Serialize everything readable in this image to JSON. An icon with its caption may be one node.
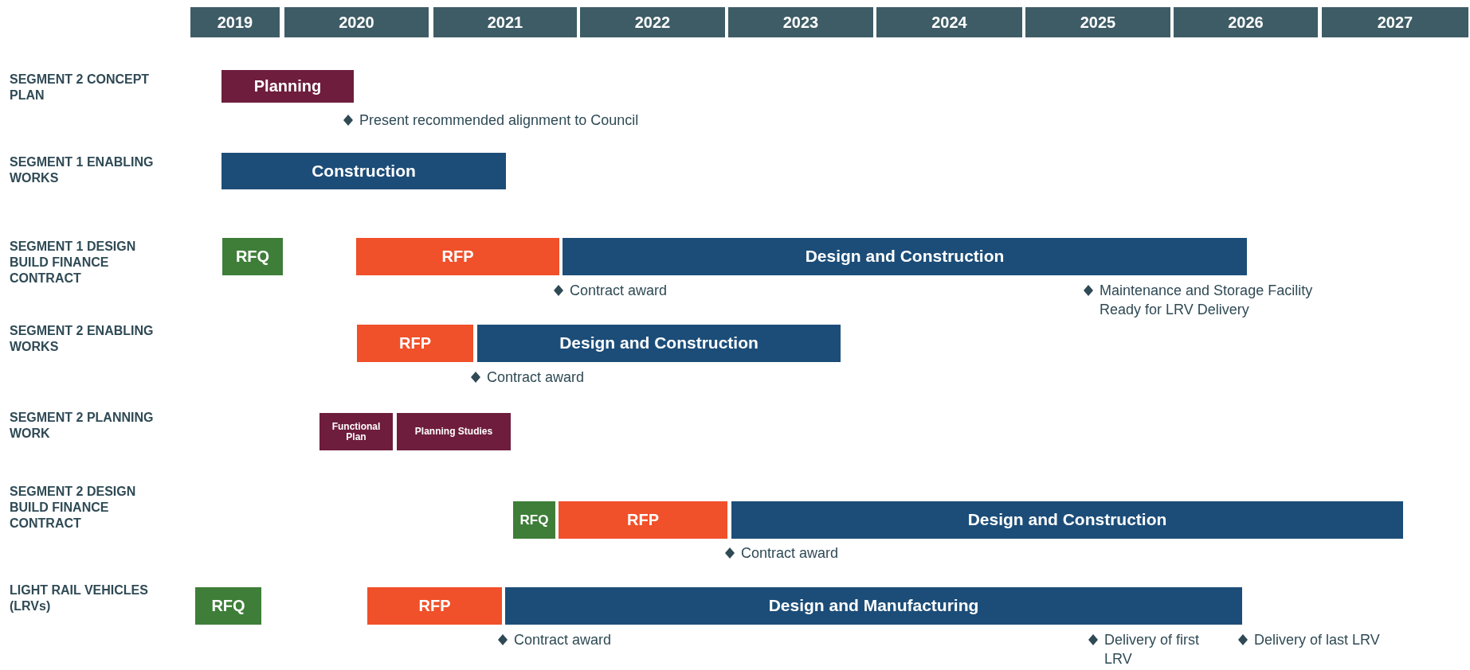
{
  "diagram": {
    "nodes": [
      {
        "text": [
          "2019"
        ]
      },
      {
        "text": [
          "2020"
        ]
      },
      {
        "text": [
          "2021"
        ]
      },
      {
        "text": [
          "2022"
        ]
      },
      {
        "text": [
          "2023"
        ]
      },
      {
        "text": [
          "2024"
        ]
      },
      {
        "text": [
          "2025"
        ]
      },
      {
        "text": [
          "2026"
        ]
      },
      {
        "text": [
          "2027"
        ]
      },
      {
        "text": [
          "Planning"
        ]
      },
      {
        "text": [
          "Construction"
        ]
      },
      {
        "text": [
          "RFQ"
        ]
      },
      {
        "text": [
          "RFP"
        ]
      },
      {
        "text": [
          "Design and Construction"
        ]
      },
      {
        "text": [
          "RFP"
        ]
      },
      {
        "text": [
          "Design and Construction"
        ]
      },
      {
        "text": [
          "Functional Plan"
        ]
      },
      {
        "text": [
          "Planning Studies"
        ]
      },
      {
        "text": [
          "RFQ"
        ]
      },
      {
        "text": [
          "RFP"
        ]
      },
      {
        "text": [
          "Design and Construction"
        ]
      },
      {
        "text": [
          "RFQ"
        ]
      },
      {
        "text": [
          "RFP"
        ]
      },
      {
        "text": [
          "Design and Manufacturing"
        ]
      }
    ],
    "labels": [
      "SEGMENT 2 CONCEPT PLAN",
      "Present recommended alignment to Council",
      "SEGMENT 1 ENABLING WORKS",
      "SEGMENT 1 DESIGN BUILD FINANCE CONTRACT",
      "Contract award",
      "Maintenance and Storage Facility Ready for LRV Delivery",
      "SEGMENT 2 ENABLING WORKS",
      "Contract award",
      "SEGMENT 2 PLANNING WORK",
      "SEGMENT 2 DESIGN BUILD FINANCE CONTRACT",
      "Contract award",
      "LIGHT RAIL VEHICLES (LRVs)",
      "Contract award",
      "Delivery of first LRV",
      "Delivery of last LRV"
    ]
  }
}
